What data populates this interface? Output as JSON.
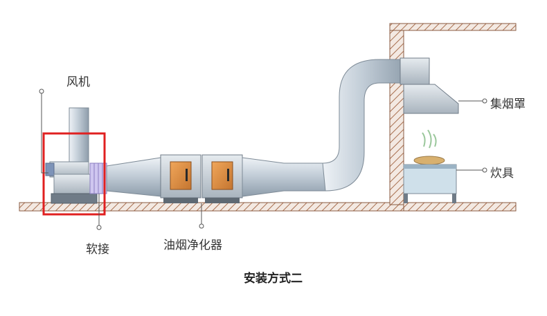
{
  "labels": {
    "fan": "风机",
    "hood": "集烟罩",
    "stove": "炊具",
    "soft_joint": "软接",
    "purifier": "油烟净化器"
  },
  "caption": "安装方式二",
  "colors": {
    "highlight": "#e02020",
    "duct": "#b9c7d3",
    "wall_hatch": "#b07a5a",
    "purifier_panel": "#d98b3f"
  }
}
